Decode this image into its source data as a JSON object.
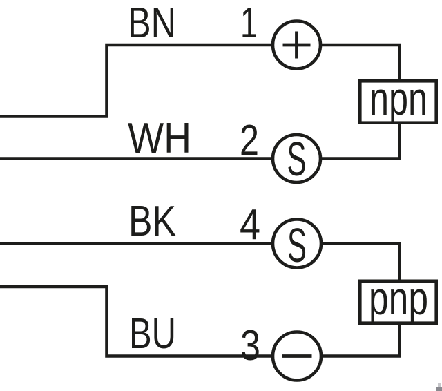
{
  "diagram": {
    "kind": "sensor-output-wiring-schematic",
    "background_color": "#ffffff",
    "line_color": "#1d1d1b",
    "artifact_colors": {
      "light": "#c7c7cb",
      "dark": "#8a8a90"
    }
  },
  "wires": {
    "bn": {
      "label": "BN",
      "pin": "1",
      "terminal": "+"
    },
    "wh": {
      "label": "WH",
      "pin": "2",
      "terminal": "S"
    },
    "bk": {
      "label": "BK",
      "pin": "4",
      "terminal": "S"
    },
    "bu": {
      "label": "BU",
      "pin": "3",
      "terminal": "-"
    }
  },
  "blocks": {
    "npn": {
      "label": "npn"
    },
    "pnp": {
      "label": "pnp"
    }
  }
}
